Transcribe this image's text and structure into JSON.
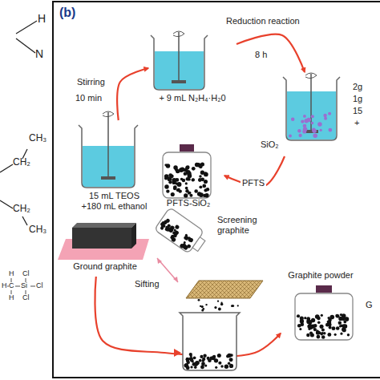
{
  "diagram": {
    "nodes": [
      {
        "text": [
          "15 mL TEOS +180 mL ethanol"
        ]
      },
      {
        "text": [
          "+ 9 mL N₂H₄·H₂0"
        ]
      },
      {
        "text": [
          "SiO₂"
        ]
      },
      {
        "text": [
          "PFTS-SiO₂"
        ]
      },
      {
        "text": [
          "Ground graphite"
        ]
      },
      {
        "text": [
          "Screening graphite"
        ]
      },
      {
        "text": [
          "Graphite powder"
        ]
      }
    ],
    "edges": [
      {
        "from": 0,
        "to": 1,
        "label": "Stirring",
        "arrow": "to"
      },
      {
        "from": 1,
        "to": 2,
        "label": "Reduction reaction",
        "arrow": "to"
      },
      {
        "from": 2,
        "to": 3,
        "label": "PFTS",
        "arrow": "to"
      },
      {
        "from": 4,
        "to": 6,
        "arrow": "to"
      }
    ],
    "labels": [
      "H",
      "N",
      "CH₃",
      "CH₂",
      "CH₂",
      "CH₃",
      "H",
      "Cl",
      "H",
      "C",
      "Si",
      "Cl",
      "H",
      "Cl",
      "(b)",
      "10 min",
      "8 h",
      "2g",
      "1g",
      "15",
      "+",
      "Sifting",
      "G"
    ]
  }
}
